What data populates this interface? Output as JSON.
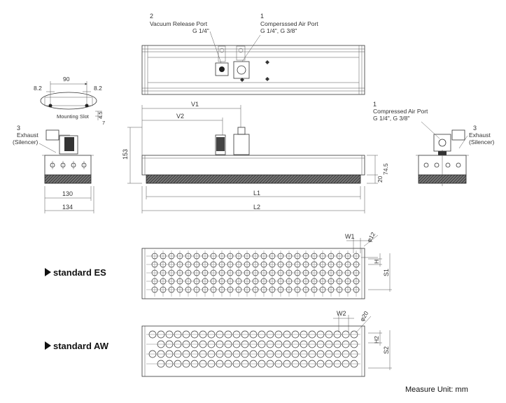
{
  "labels": {
    "vacuum_port_num": "2",
    "vacuum_port_name": "Vacuum Release Port",
    "vacuum_port_size": "G 1/4\"",
    "compressed_port_top_num": "1",
    "compressed_port_top_name": "Compersssed Air Port",
    "compressed_port_top_size": "G 1/4\", G 3/8\"",
    "compressed_port_right_num": "1",
    "compressed_port_right_name": "Compressed Air Port",
    "compressed_port_right_size": "G 1/4\", G 3/8\"",
    "exhaust_left_num": "3",
    "exhaust_left_name": "Exhaust",
    "exhaust_left_sub": "(Silencer)",
    "exhaust_right_num": "3",
    "exhaust_right_name": "Exhaust",
    "exhaust_right_sub": "(Silencer)",
    "mounting_slot": "Mounting Slot",
    "standard_es": "standard ES",
    "standard_aw": "standard AW",
    "measure_unit": "Measure Unit: mm"
  },
  "dimensions": {
    "d90": "90",
    "d8_2_left": "8.2",
    "d8_2_right": "8.2",
    "d4_5": "4.5",
    "d7": "7",
    "d130": "130",
    "d134": "134",
    "d153": "153",
    "d20": "20",
    "d74_5": "74.5",
    "V1": "V1",
    "V2": "V2",
    "L1": "L1",
    "L2": "L2",
    "W1": "W1",
    "phi12": "φ12",
    "H": "H",
    "S1": "S1",
    "W2": "W2",
    "phi20": "φ20",
    "H2": "H2",
    "S2": "S2"
  },
  "colors": {
    "line": "#333333",
    "hatch": "#3a3a3a"
  }
}
